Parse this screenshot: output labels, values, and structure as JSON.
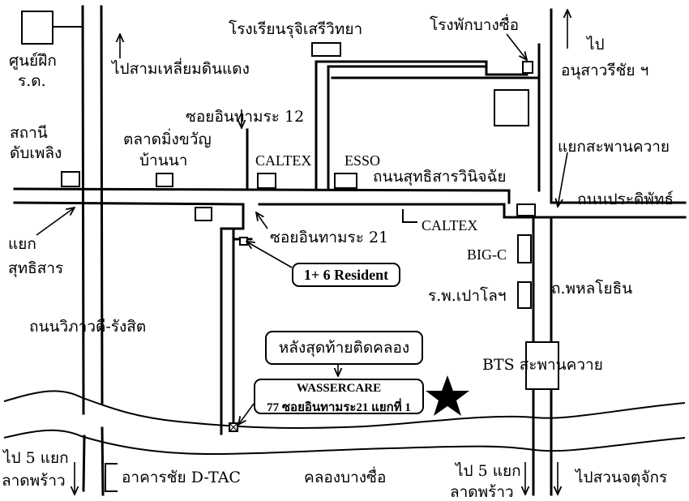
{
  "labels": {
    "training_center": "ศูนย์ฝึก",
    "rd": "ร.ด.",
    "to_samliam": "ไปสามเหลี่ยมดินแดง",
    "school": "โรงเรียนรุจิเสรีวิทยา",
    "bangsue_depot": "โรงพักบางซื่อ",
    "to": "ไป",
    "victory_monument": "อนุสาวรีชัย ฯ",
    "soi_12": "ซอยอินทามระ 12",
    "fire_station_1": "สถานี",
    "fire_station_2": "ดับเพลิง",
    "market_1": "ตลาดมิ่งขวัญ",
    "market_2": "บ้านนา",
    "caltex_top": "CALTEX",
    "esso": "ESSO",
    "sutthisan_road": "ถนนสุทธิสารวินิจฉัย",
    "saphan_khwai_junction": "แยกสะพานควาย",
    "praditphat_road": "ถนนประดิพัทธ์",
    "caltex_mid": "CALTEX",
    "soi_21": "ซอยอินทามระ 21",
    "sutthisan_junction_1": "แยก",
    "sutthisan_junction_2": "สุทธิสาร",
    "bigc": "BIG-C",
    "paolo_hospital": "ร.พ.เปาโลฯ",
    "phahon_road": "ถ.พหลโยธิน",
    "vibhavadi_road": "ถนนวิภาวดี-รังสิต",
    "bts": "BTS สะพานควาย",
    "to_5_left": "ไป 5 แยก",
    "ladprao_left": "ลาดพร้าว",
    "dtac": "อาคารชัย D-TAC",
    "bangsue_canal": "คลองบางซื่อ",
    "to_5_right": "ไป 5 แยก",
    "ladprao_right": "ลาดพร้าว",
    "to_chatuchak": "ไปสวนจตุจักร"
  },
  "callouts": {
    "resident": "1+ 6 Resident",
    "behind": "หลังสุดท้ายติดคลอง",
    "wasser_name": "WASSERCARE",
    "wasser_addr": "77 ซอยอินทามระ21 แยกที่ 1"
  },
  "icons": {
    "destination": "star-icon"
  },
  "colors": {
    "ink": "#000000",
    "paper": "#ffffff"
  }
}
